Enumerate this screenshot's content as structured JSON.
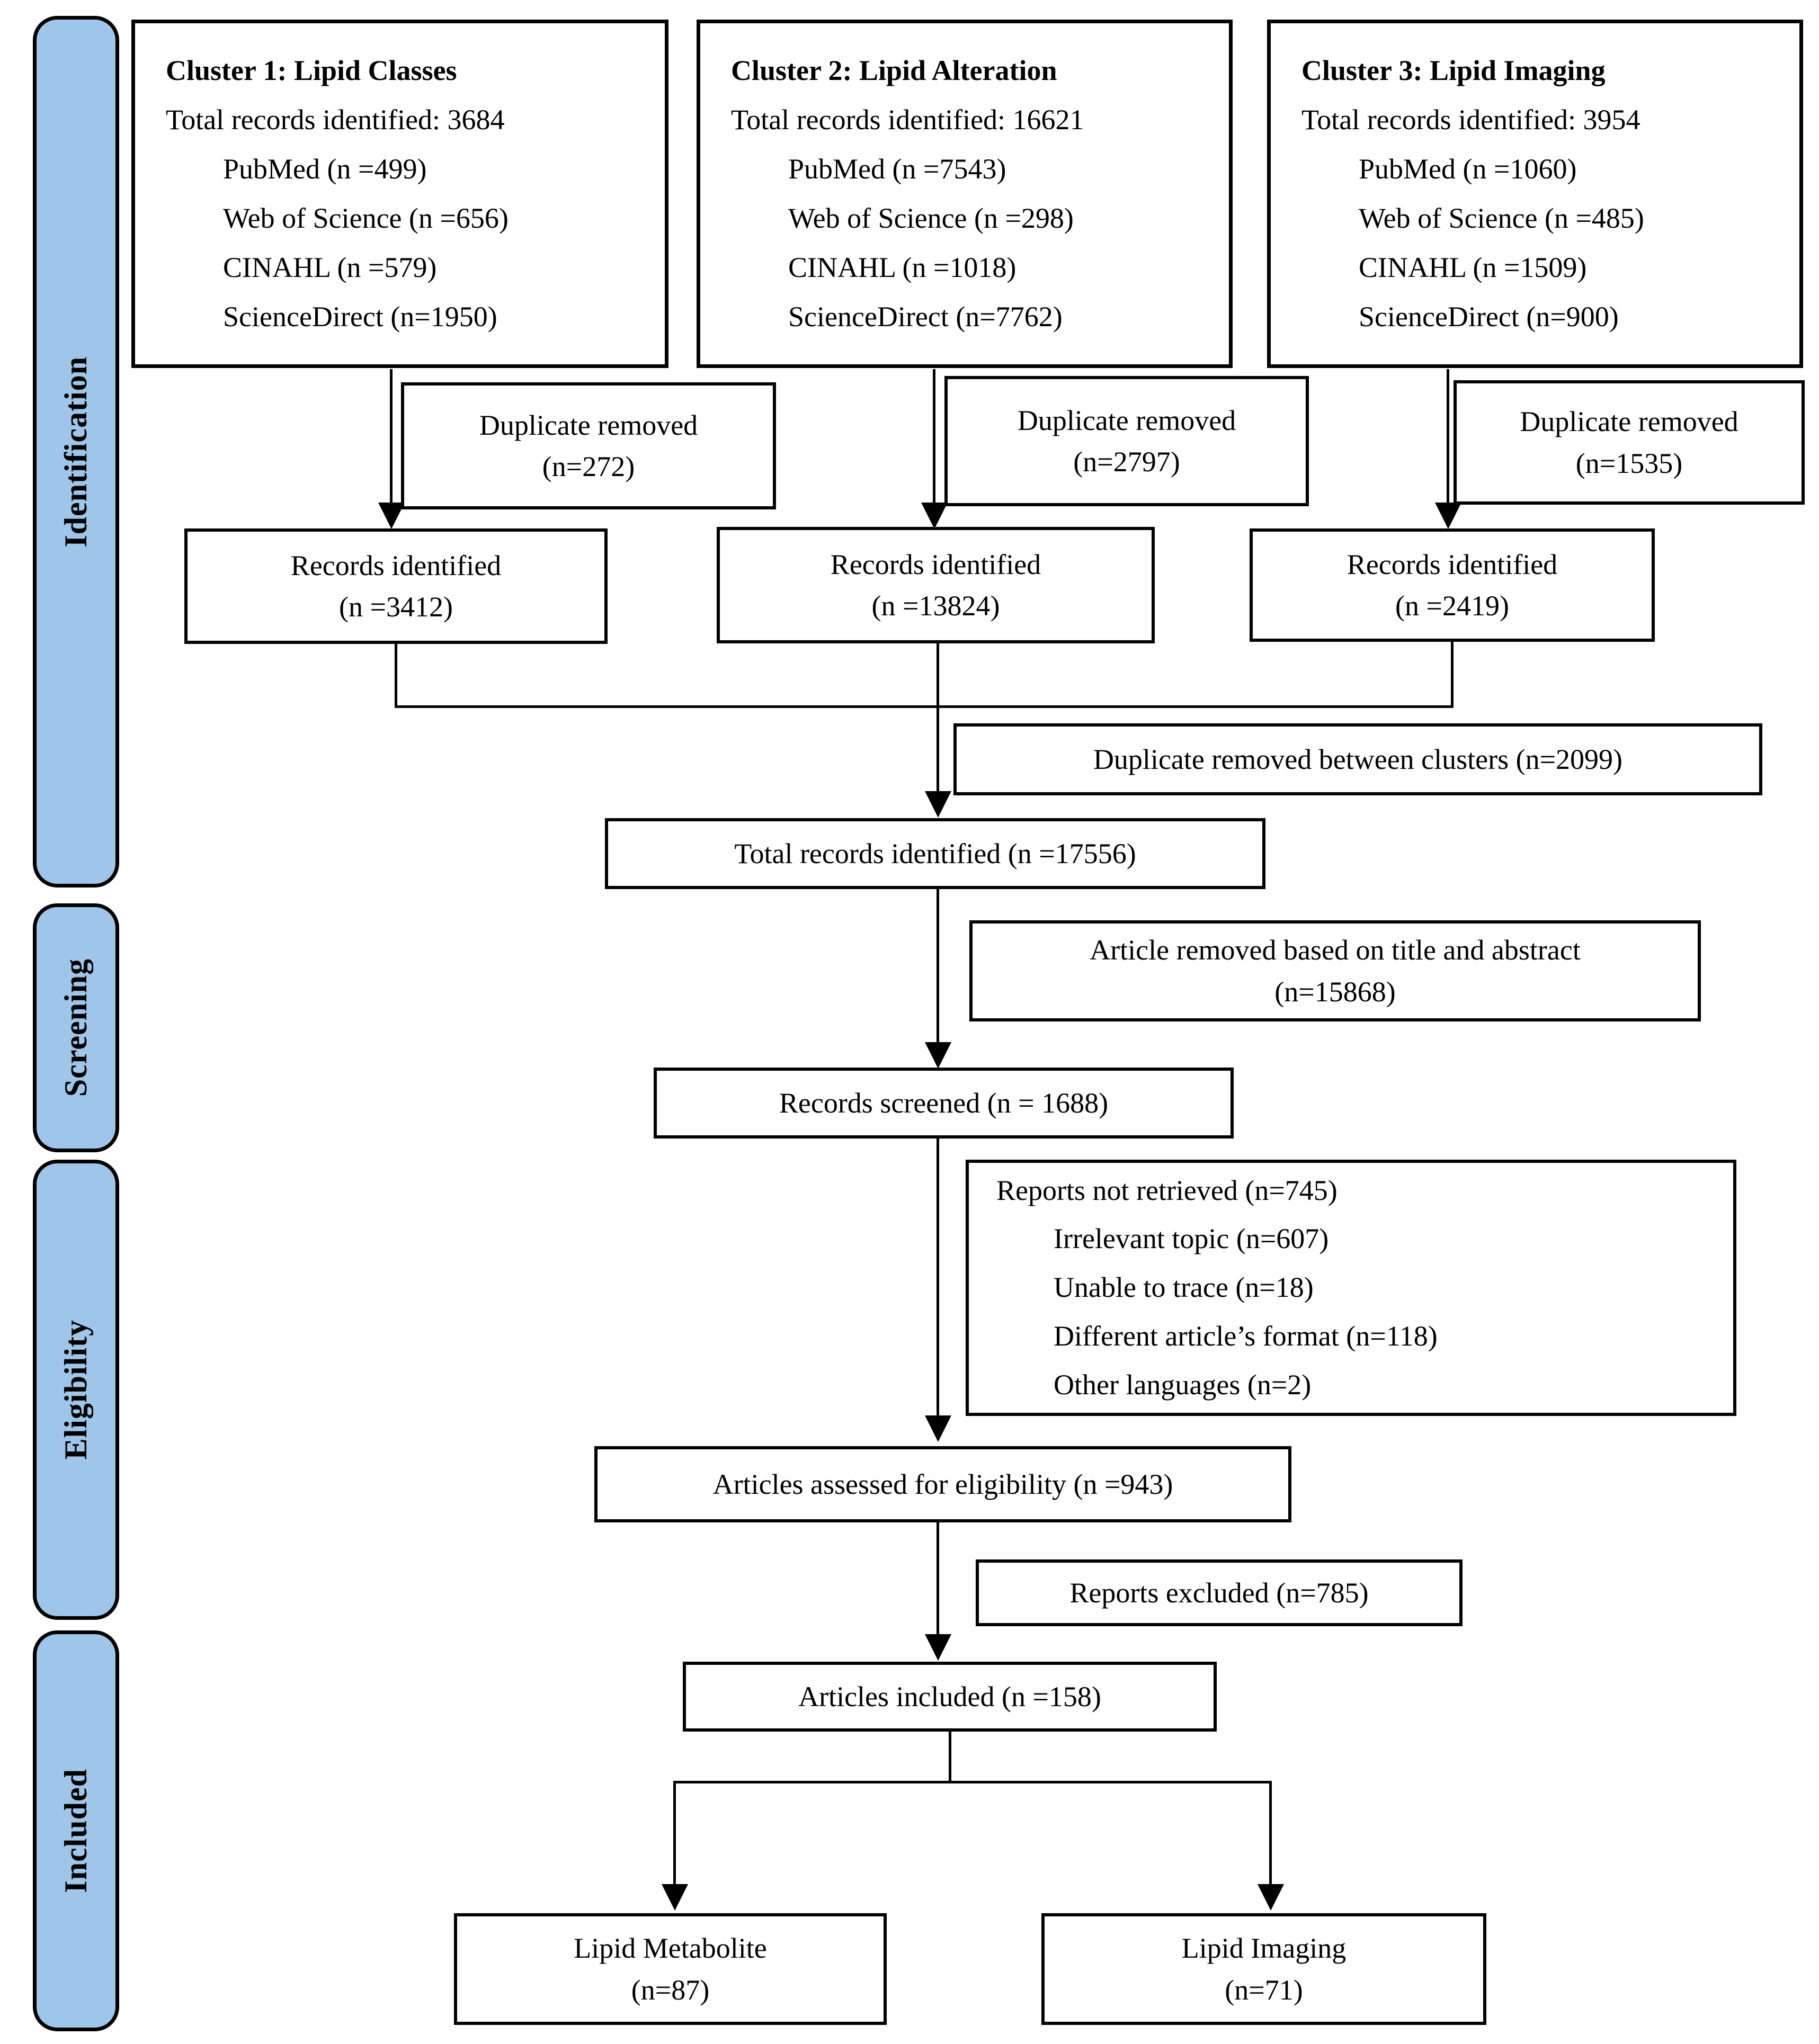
{
  "colors": {
    "sidebar_fill": "#9FC5E8",
    "border": "#000000",
    "background": "#FFFFFF"
  },
  "sidebar": {
    "items": [
      {
        "label": "Identification"
      },
      {
        "label": "Screening"
      },
      {
        "label": "Eligibility"
      },
      {
        "label": "Included"
      }
    ]
  },
  "clusters": [
    {
      "title": "Cluster 1: Lipid Classes",
      "total": "Total records identified: 3684",
      "sources": [
        "PubMed (n =499)",
        "Web of Science (n =656)",
        "CINAHL (n =579)",
        "ScienceDirect (n=1950)"
      ],
      "duplicate_removed_label": "Duplicate removed",
      "duplicate_removed_n": "(n=272)",
      "records_identified_label": "Records identified",
      "records_identified_n": "(n =3412)"
    },
    {
      "title": "Cluster 2: Lipid Alteration",
      "total": "Total records identified: 16621",
      "sources": [
        "PubMed (n =7543)",
        "Web of Science (n =298)",
        "CINAHL (n =1018)",
        "ScienceDirect (n=7762)"
      ],
      "duplicate_removed_label": "Duplicate removed",
      "duplicate_removed_n": "(n=2797)",
      "records_identified_label": "Records identified",
      "records_identified_n": "(n =13824)"
    },
    {
      "title": "Cluster 3: Lipid Imaging",
      "total": "Total records identified: 3954",
      "sources": [
        "PubMed (n =1060)",
        "Web of Science (n =485)",
        "CINAHL (n =1509)",
        "ScienceDirect (n=900)"
      ],
      "duplicate_removed_label": "Duplicate removed",
      "duplicate_removed_n": "(n=1535)",
      "records_identified_label": "Records identified",
      "records_identified_n": "(n =2419)"
    }
  ],
  "flow": {
    "duplicate_between_clusters": "Duplicate removed between clusters (n=2099)",
    "total_records": "Total records identified (n =17556)",
    "article_removed_line1": "Article removed based on title and abstract",
    "article_removed_line2": "(n=15868)",
    "records_screened": "Records screened (n = 1688)",
    "reports_not_retrieved": {
      "title": "Reports not retrieved (n=745)",
      "items": [
        "Irrelevant topic (n=607)",
        "Unable to trace (n=18)",
        "Different article’s format (n=118)",
        "Other languages (n=2)"
      ]
    },
    "articles_assessed": "Articles assessed for eligibility (n =943)",
    "reports_excluded": "Reports excluded (n=785)",
    "articles_included": "Articles included (n =158)",
    "outcomes": [
      {
        "label": "Lipid Metabolite",
        "n": "(n=87)"
      },
      {
        "label": "Lipid Imaging",
        "n": "(n=71)"
      }
    ]
  }
}
